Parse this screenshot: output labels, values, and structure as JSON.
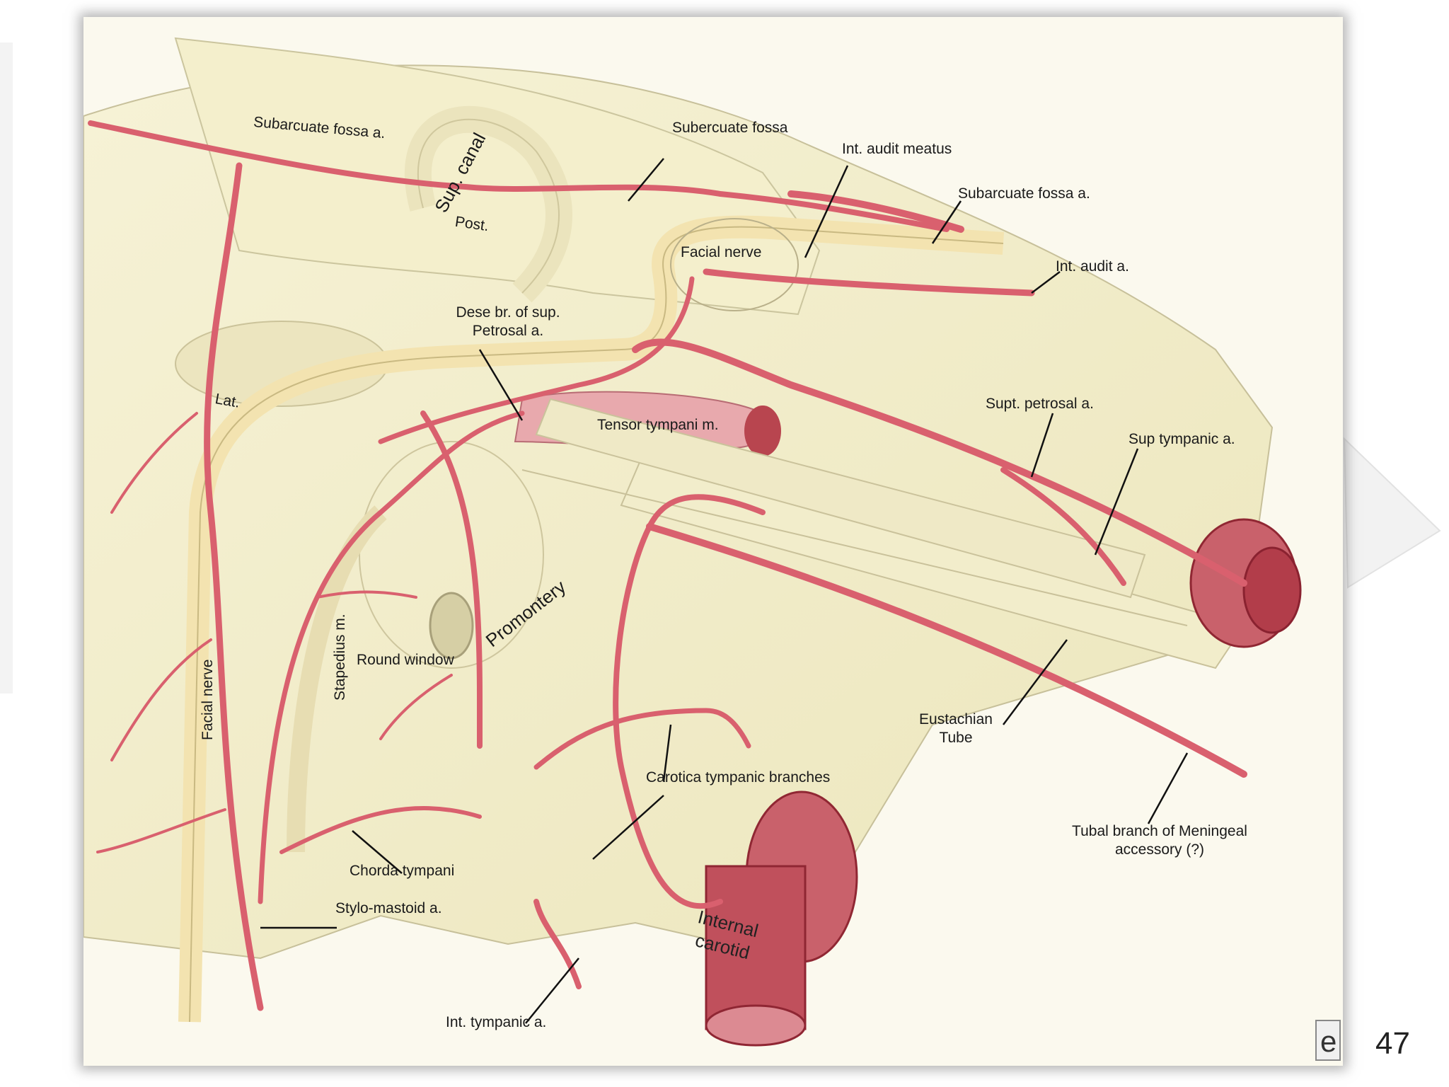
{
  "slide": {
    "page_number": "47"
  },
  "figure": {
    "labels": {
      "subarcuate_fossa_a_left": "Subarcuate fossa a.",
      "sup_canal": "Sup. canal",
      "post": "Post.",
      "subercuate_fossa": "Subercuate fossa",
      "int_audit_meatus": "Int. audit meatus",
      "subarcuate_fossa_a_right": "Subarcuate fossa a.",
      "facial_nerve_top": "Facial nerve",
      "int_audit_a": "Int. audit a.",
      "dese_br": "Dese br. of sup. Petrosal a.",
      "lat": "Lat.",
      "tensor_tympani": "Tensor tympani m.",
      "supt_petrosal": "Supt. petrosal a.",
      "sup_tympanic": "Sup tympanic a.",
      "promontery": "Promontery",
      "stapedius": "Stapedius m.",
      "round_window": "Round window",
      "facial_nerve_vertical": "Facial nerve",
      "eustachian_tube": "Eustachian Tube",
      "carotica_tympanic": "Carotica tympanic branches",
      "chorda_tympani": "Chorda tympani",
      "stylo_mastoid": "Stylo-mastoid a.",
      "internal_carotid": "Internal carotid",
      "int_tympanic": "Int. tympanic a.",
      "tubal_branch": "Tubal branch of Meningeal accessory (?)"
    }
  },
  "colors": {
    "bone": "#f1edc8",
    "bone_shadow": "#d9d3a4",
    "artery": "#d9606e",
    "artery_dark": "#b23347",
    "vessel_cut": "#a82e3c",
    "nerve": "#f3e3b0"
  },
  "icons": {
    "viewer_logo": "e-logo-icon"
  }
}
